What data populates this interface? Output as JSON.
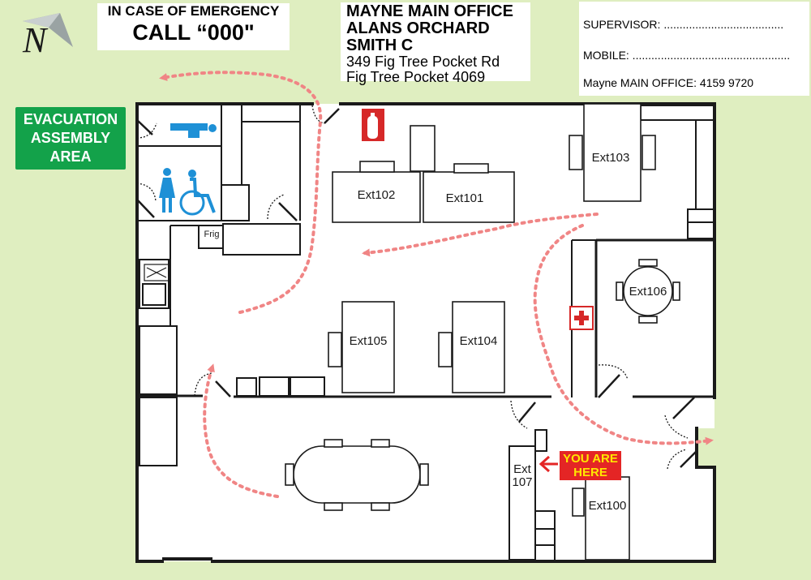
{
  "emergency": {
    "line1": "IN CASE OF EMERGENCY",
    "line2": "CALL “000\""
  },
  "office": {
    "name_lines": [
      "MAYNE MAIN OFFICE",
      "ALANS ORCHARD",
      "SMITH C"
    ],
    "address_lines": [
      "349 Fig Tree Pocket Rd",
      "Fig Tree Pocket 4069"
    ]
  },
  "info": {
    "supervisor": "SUPERVISOR: ......................................",
    "mobile": "MOBILE: ..................................................",
    "main_office_phone": "Mayne MAIN OFFICE: 4159 9720"
  },
  "compass": {
    "label": "N"
  },
  "assembly_area": {
    "lines": [
      "EVACUATION",
      "ASSEMBLY",
      "AREA"
    ]
  },
  "rooms": {
    "ext102": "Ext102",
    "ext101": "Ext101",
    "ext103": "Ext103",
    "ext106": "Ext106",
    "ext105": "Ext105",
    "ext104": "Ext104",
    "ext100": "Ext100",
    "ext107_line1": "Ext",
    "ext107_line2": "107",
    "fridge": "Frig"
  },
  "you_are_here": {
    "line1": "YOU ARE",
    "line2": "HERE"
  },
  "colors": {
    "background": "#dfeec0",
    "wall": "#1a1a1a",
    "evac_route": "#f08585",
    "assembly_green": "#13a24a",
    "toilet_blue": "#1e90d6",
    "extinguisher_red": "#d62828",
    "you_are_here_red": "#e42525",
    "you_are_here_text": "#ffe700"
  },
  "icons": {
    "compass": "north-arrow-icon",
    "male_toilet": "male-toilet-icon",
    "female_toilet": "female-toilet-icon",
    "accessible_toilet": "wheelchair-icon",
    "extinguisher": "fire-extinguisher-icon",
    "first_aid": "first-aid-icon",
    "sink": "sink-icon"
  }
}
